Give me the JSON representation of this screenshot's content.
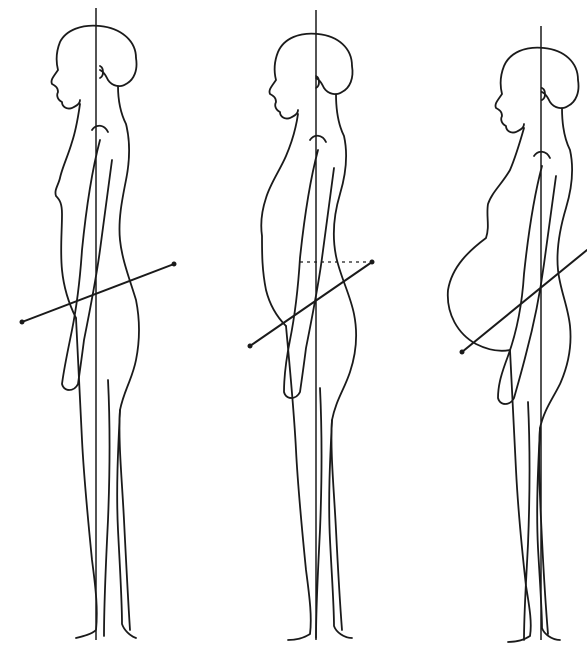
{
  "figure": {
    "panels": [
      {
        "id": "panel-1",
        "pelvic_axis": "tilted",
        "belly": "flat"
      },
      {
        "id": "panel-2",
        "pelvic_axis": "tilted-more",
        "belly": "slightly-rounded"
      },
      {
        "id": "panel-3",
        "pelvic_axis": "tilted-most",
        "belly": "pregnant"
      }
    ],
    "colors": {
      "ink": "#1a1a1a",
      "background": "#ffffff"
    }
  }
}
